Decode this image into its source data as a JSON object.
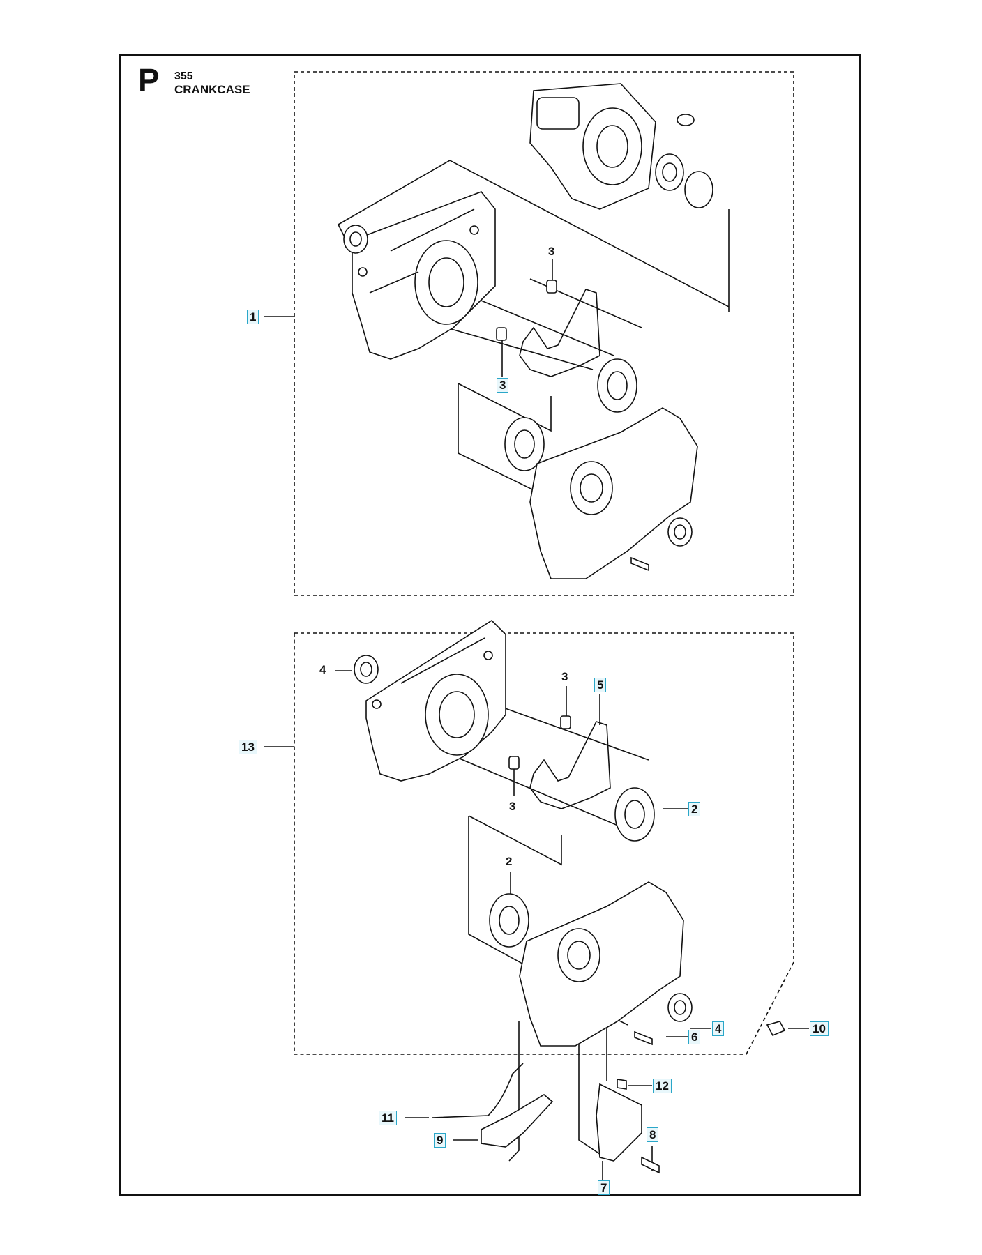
{
  "header": {
    "letter": "P",
    "model": "355",
    "title": "CRANKCASE"
  },
  "callouts": {
    "c1": "1",
    "c3a": "3",
    "c3b": "3",
    "c13": "13",
    "c4a": "4",
    "c3c": "3",
    "c5": "5",
    "c3d": "3",
    "c2a": "2",
    "c2b": "2",
    "c4b": "4",
    "c10": "10",
    "c6": "6",
    "c12": "12",
    "c11": "11",
    "c9": "9",
    "c8": "8",
    "c7": "7"
  },
  "colors": {
    "line": "#111111",
    "callout_box": "#2aa7c9"
  }
}
